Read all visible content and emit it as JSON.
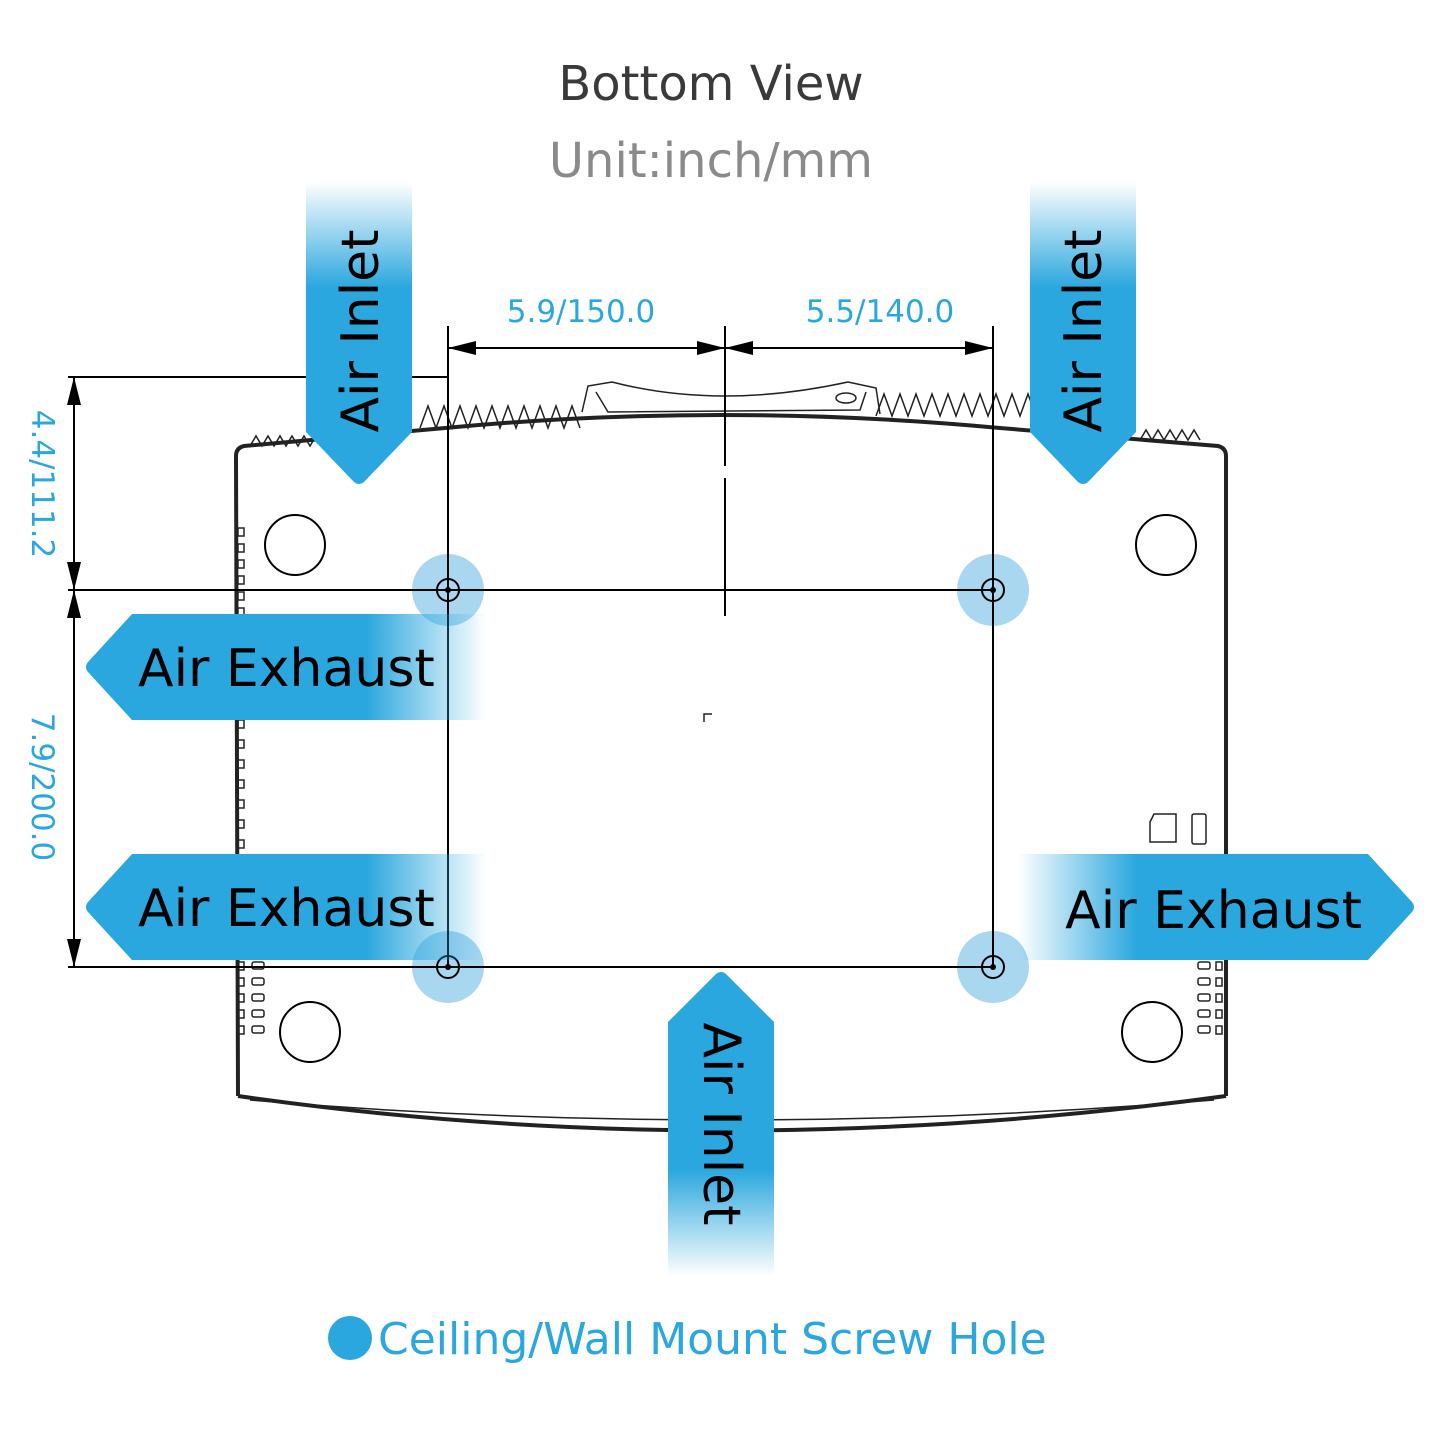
{
  "title": "Bottom View",
  "unit": "Unit:inch/mm",
  "dimensions": {
    "top_left": "5.9/150.0",
    "top_right": "5.5/140.0",
    "left_upper": "4.4/111.2",
    "left_lower": "7.9/200.0"
  },
  "flows": {
    "inlet_top_left": "Air Inlet",
    "inlet_top_right": "Air Inlet",
    "inlet_bottom": "Air Inlet",
    "exhaust_left_upper": "Air Exhaust",
    "exhaust_left_lower": "Air Exhaust",
    "exhaust_right": "Air Exhaust"
  },
  "legend": {
    "label": "Ceiling/Wall Mount Screw Hole"
  },
  "colors": {
    "accent": "#2aa7de",
    "screw_highlight": "#a9d7f0",
    "outline": "#222222"
  }
}
